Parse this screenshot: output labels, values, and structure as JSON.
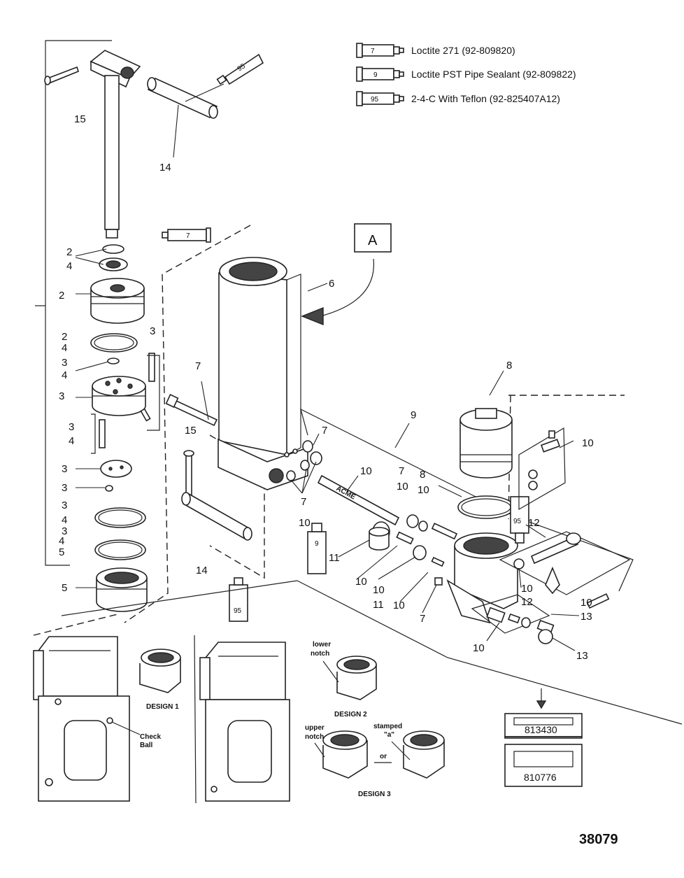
{
  "legend": [
    {
      "code": "7",
      "text": "Loctite 271 (92-809820)"
    },
    {
      "code": "9",
      "text": "Loctite PST Pipe Sealant (92-809822)"
    },
    {
      "code": "95",
      "text": "2-4-C  With Teflon (92-825407A12)"
    }
  ],
  "view_ref": "A",
  "callouts": [
    "15",
    "14",
    "2",
    "4",
    "2",
    "2",
    "4",
    "3",
    "4",
    "3",
    "3",
    "4",
    "3",
    "3",
    "3",
    "4",
    "4",
    "5",
    "5",
    "3",
    "3",
    "7",
    "15",
    "14",
    "6",
    "7",
    "7",
    "10",
    "9",
    "10",
    "11",
    "10",
    "10",
    "11",
    "10",
    "7",
    "8",
    "7",
    "10",
    "8",
    "10",
    "10",
    "12",
    "10",
    "12",
    "10",
    "13",
    "10",
    "13"
  ],
  "designs": {
    "design1": "DESIGN 1",
    "check_ball_1": "Check",
    "check_ball_2": "Ball",
    "lower_notch_1": "lower",
    "lower_notch_2": "notch",
    "design2": "DESIGN 2",
    "upper_notch_1": "upper",
    "upper_notch_2": "notch",
    "stamped_1": "stamped",
    "stamped_2": "\"a\"",
    "or_text": "or",
    "design3": "DESIGN 3"
  },
  "part_numbers": [
    "813430",
    "810776"
  ],
  "figure_number": "38079"
}
